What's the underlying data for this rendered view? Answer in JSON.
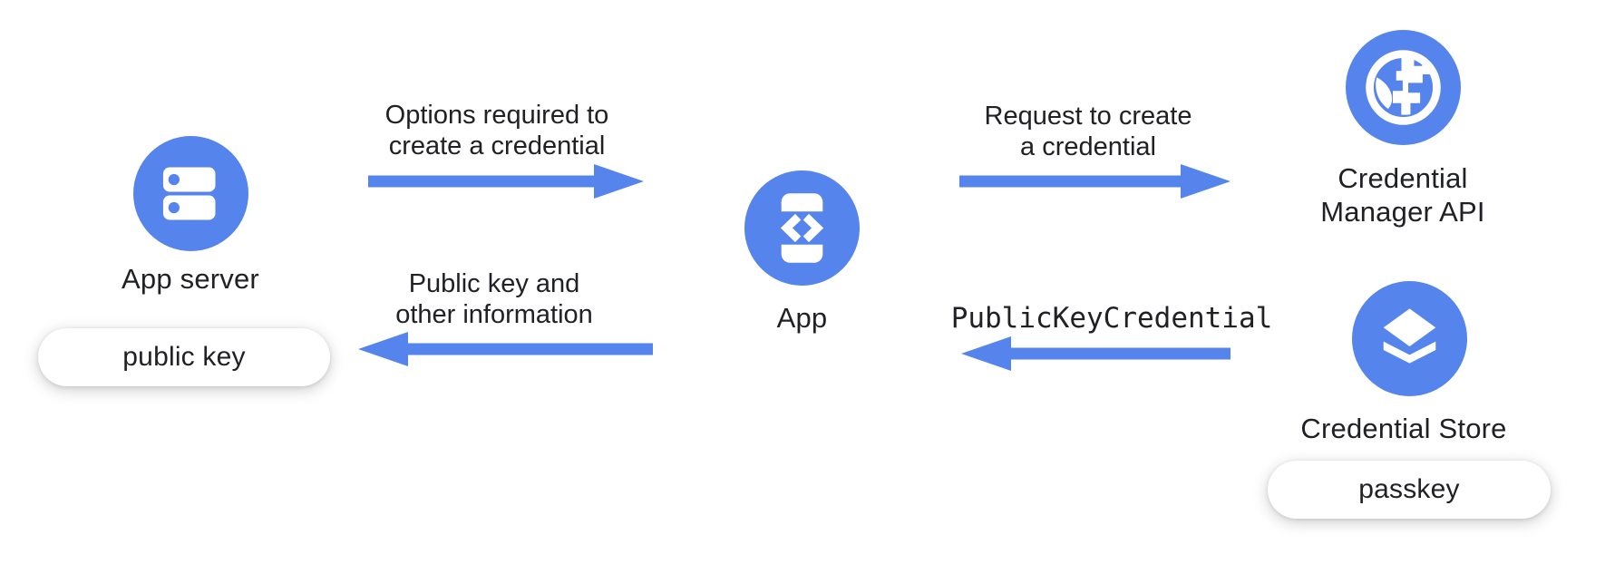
{
  "colors": {
    "accent_blue": "#5584EC",
    "text": "#202124",
    "pill_background": "#FFFFFF",
    "background": "#FFFFFF"
  },
  "nodes": {
    "app_server": {
      "label": "App server",
      "icon": "server-icon",
      "badge": "public key"
    },
    "app": {
      "label": "App",
      "icon": "phone-code-icon"
    },
    "credential_manager_api": {
      "label_line1": "Credential",
      "label_line2": "Manager API",
      "icon": "globe-icon"
    },
    "credential_store": {
      "label": "Credential Store",
      "icon": "layers-icon",
      "badge": "passkey"
    }
  },
  "arrows": {
    "options_to_app": {
      "direction": "right",
      "label_line1": "Options required to",
      "label_line2": "create a credential"
    },
    "public_key_to_server": {
      "direction": "left",
      "label_line1": "Public key and",
      "label_line2": "other information"
    },
    "request_to_credential_manager": {
      "direction": "right",
      "label_line1": "Request to create",
      "label_line2": "a credential"
    },
    "publickeycredential_to_app": {
      "direction": "left",
      "label": "PublicKeyCredential",
      "text_style": "monospace"
    }
  }
}
